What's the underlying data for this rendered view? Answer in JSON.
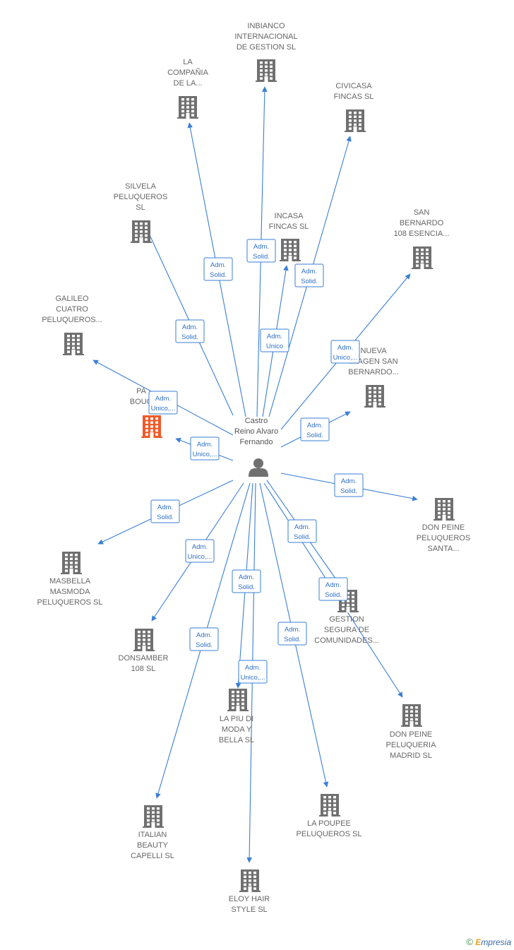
{
  "colors": {
    "edge": "#3a7fd5",
    "company": "#707070",
    "focus": "#f05a28",
    "person": "#707070"
  },
  "person": {
    "label": [
      "Castro",
      "Reino Alvaro",
      "Fernando"
    ],
    "icon": "person-icon"
  },
  "watermark": {
    "symbol": "©",
    "brand_e": "E",
    "brand_rest": "mpresia"
  },
  "companies": [
    {
      "id": "inbianco",
      "label": [
        "INBIANCO",
        "INTERNACIONAL",
        "DE GESTION SL"
      ],
      "focus": false
    },
    {
      "id": "compania",
      "label": [
        "LA",
        "COMPAÑIA",
        "DE LA..."
      ],
      "focus": false
    },
    {
      "id": "civicasa",
      "label": [
        "CIVICASA",
        "FINCAS SL"
      ],
      "focus": false
    },
    {
      "id": "silvela",
      "label": [
        "SILVELA",
        "PELUQUEROS",
        "SL"
      ],
      "focus": false
    },
    {
      "id": "incasa",
      "label": [
        "INCASA",
        "FINCAS SL"
      ],
      "focus": false
    },
    {
      "id": "sanbernardo",
      "label": [
        "SAN",
        "BERNARDO",
        "108 ESENCIA..."
      ],
      "focus": false
    },
    {
      "id": "galileo",
      "label": [
        "GALILEO",
        "CUATRO",
        "PELUQUEROS..."
      ],
      "focus": false
    },
    {
      "id": "nuevaimagen",
      "label": [
        "NUEVA",
        "IMAGEN SAN",
        "BERNARDO..."
      ],
      "focus": false
    },
    {
      "id": "paboug",
      "label": [
        "PA",
        "BOUG"
      ],
      "focus": true
    },
    {
      "id": "donpeinesanta",
      "label": [
        "DON PEINE",
        "PELUQUEROS",
        "SANTA..."
      ],
      "focus": false
    },
    {
      "id": "masbella",
      "label": [
        "MASBELLA",
        "MASMODA",
        "PELUQUEROS SL"
      ],
      "focus": false
    },
    {
      "id": "gestion",
      "label": [
        "GESTION",
        "SEGURA DE",
        "COMUNIDADES..."
      ],
      "focus": false
    },
    {
      "id": "donsamber",
      "label": [
        "DONSAMBER",
        "108  SL"
      ],
      "focus": false
    },
    {
      "id": "lapiu",
      "label": [
        "LA PIU DI",
        "MODA Y",
        "BELLA SL"
      ],
      "focus": false
    },
    {
      "id": "donpeinemadrid",
      "label": [
        "DON PEINE",
        "PELUQUERIA",
        "MADRID SL"
      ],
      "focus": false
    },
    {
      "id": "italian",
      "label": [
        "ITALIAN",
        "BEAUTY",
        "CAPELLI  SL"
      ],
      "focus": false
    },
    {
      "id": "lapoupee",
      "label": [
        "LA POUPEE",
        "PELUQUEROS SL"
      ],
      "focus": false
    },
    {
      "id": "eloy",
      "label": [
        "ELOY HAIR",
        "STYLE  SL"
      ],
      "focus": false
    }
  ],
  "edges": [
    {
      "target": "inbianco",
      "label": [
        "Adm.",
        "Solid."
      ]
    },
    {
      "target": "compania",
      "label": [
        "Adm.",
        "Solid."
      ]
    },
    {
      "target": "civicasa",
      "label": [
        "Adm.",
        "Solid."
      ]
    },
    {
      "target": "silvela",
      "label": [
        "Adm.",
        "Solid."
      ]
    },
    {
      "target": "incasa",
      "label": [
        "Adm.",
        "Unico"
      ]
    },
    {
      "target": "sanbernardo",
      "label": [
        "Adm.",
        "Unico,..."
      ]
    },
    {
      "target": "galileo",
      "label": [
        "Adm.",
        "Unico,..."
      ]
    },
    {
      "target": "nuevaimagen",
      "label": [
        "Adm.",
        "Solid."
      ]
    },
    {
      "target": "paboug",
      "label": [
        "Adm.",
        "Unico,..."
      ]
    },
    {
      "target": "donpeinesanta",
      "label": [
        "Adm.",
        "Solid."
      ]
    },
    {
      "target": "masbella",
      "label": [
        "Adm.",
        "Solid."
      ]
    },
    {
      "target": "gestion",
      "label": [
        "Adm.",
        "Solid."
      ]
    },
    {
      "target": "donsamber",
      "label": [
        "Adm.",
        "Unico,..."
      ]
    },
    {
      "target": "lapiu",
      "label": [
        "Adm.",
        "Solid."
      ]
    },
    {
      "target": "donpeinemadrid",
      "label": [
        "Adm.",
        "Solid."
      ]
    },
    {
      "target": "italian",
      "label": [
        "Adm.",
        "Solid."
      ]
    },
    {
      "target": "lapoupee",
      "label": [
        "Adm.",
        "Solid."
      ]
    },
    {
      "target": "eloy",
      "label": [
        "Adm.",
        "Unico,..."
      ]
    }
  ]
}
